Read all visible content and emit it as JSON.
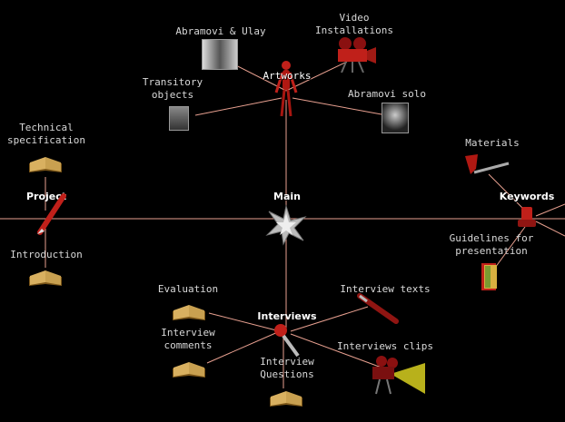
{
  "hubs": {
    "artworks": "Artworks",
    "main": "Main",
    "project": "Project",
    "keywords": "Keywords",
    "interviews": "Interviews"
  },
  "artworks": {
    "abramovic_ulay": "Abramovi & Ulay",
    "video_installations": "Video\nInstallations",
    "transitory_objects": "Transitory\nobjects",
    "abramovic_solo": "Abramovi solo"
  },
  "project": {
    "technical_specification": "Technical\nspecification",
    "introduction": "Introduction"
  },
  "keywords": {
    "materials": "Materials",
    "guidelines": "Guidelines for\npresentation"
  },
  "interviews": {
    "evaluation": "Evaluation",
    "interview_texts": "Interview texts",
    "interview_comments": "Interview\ncomments",
    "interviews_clips": "Interviews clips",
    "interview_questions": "Interview\nQuestions"
  },
  "colors": {
    "line": "#e8a090",
    "accent_red": "#c0201a",
    "book": "#c8a050"
  }
}
